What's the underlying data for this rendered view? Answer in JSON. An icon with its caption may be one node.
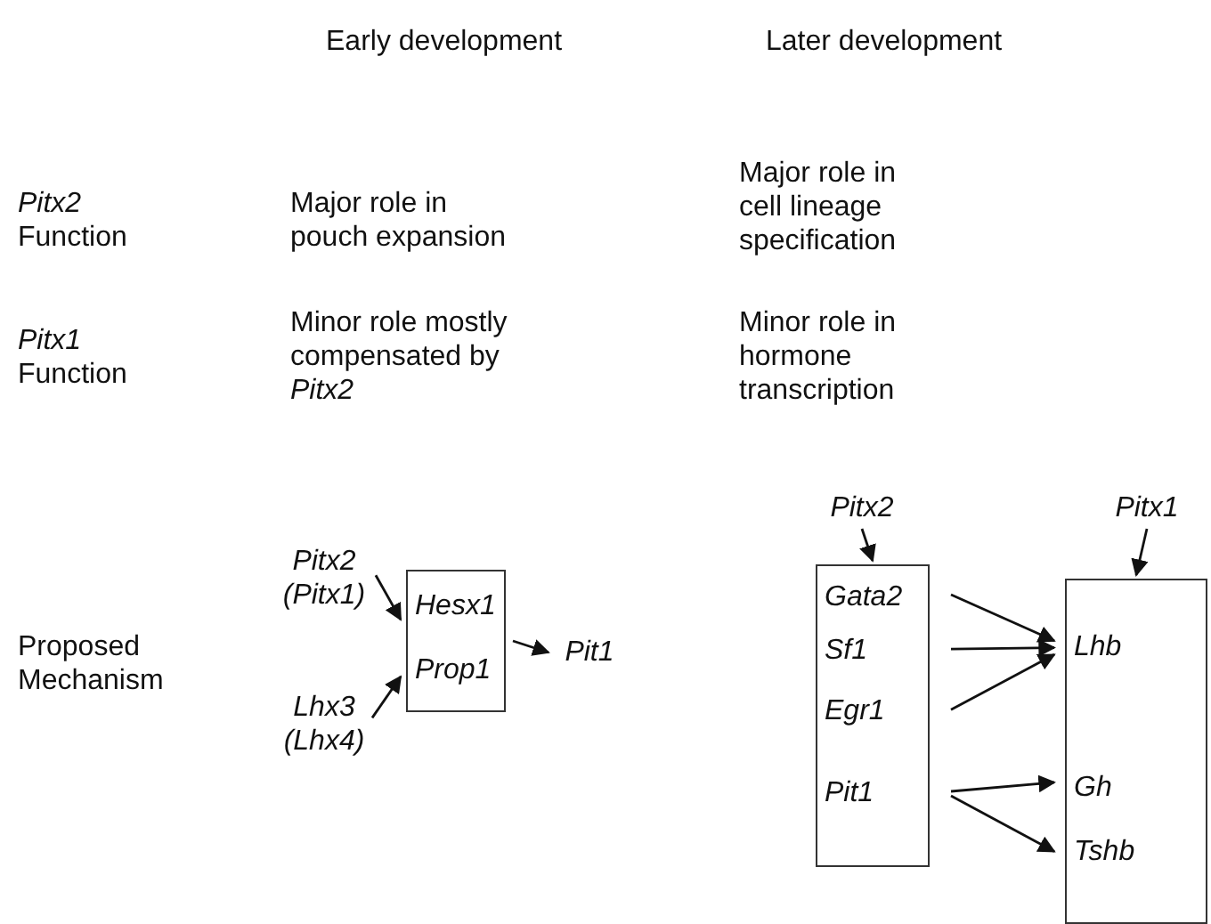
{
  "diagram": {
    "nodes": [
      {
        "text": [
          "Pitx2 (Pitx1)"
        ]
      },
      {
        "text": [
          "Hesx1",
          "Prop1"
        ]
      },
      {
        "text": [
          "Lhx3 (Lhx4)"
        ]
      },
      {
        "text": [
          "Pit1"
        ]
      },
      {
        "text": [
          "Pitx2"
        ]
      },
      {
        "text": [
          "Pitx1"
        ]
      },
      {
        "text": [
          "Gata2",
          "Sf1",
          "Egr1",
          "Pit1"
        ]
      },
      {
        "text": [
          "Lhb",
          "Gh",
          "Tshb"
        ]
      }
    ],
    "edges": [
      {
        "from": 0,
        "to": 1,
        "arrow": "to"
      },
      {
        "from": 2,
        "to": 1,
        "arrow": "to"
      },
      {
        "from": 1,
        "to": 3,
        "arrow": "to"
      },
      {
        "from": 4,
        "to": 6,
        "arrow": "to"
      },
      {
        "from": 5,
        "to": 7,
        "arrow": "to"
      },
      {
        "from": 6,
        "to": 7,
        "arrow": "to"
      },
      {
        "from": 6,
        "to": 7,
        "arrow": "to"
      },
      {
        "from": 6,
        "to": 7,
        "arrow": "to"
      },
      {
        "from": 6,
        "to": 7,
        "arrow": "to"
      },
      {
        "from": 6,
        "to": 7,
        "arrow": "to"
      }
    ],
    "labels": [
      "Early development",
      "Later development",
      "*Pitx2* Function",
      "Major role in pouch expansion",
      "Major role in cell lineage specification",
      "*Pitx1* Function",
      "Minor role mostly compensated by *Pitx2*",
      "Minor role in hormone transcription",
      "Proposed Mechanism"
    ]
  }
}
